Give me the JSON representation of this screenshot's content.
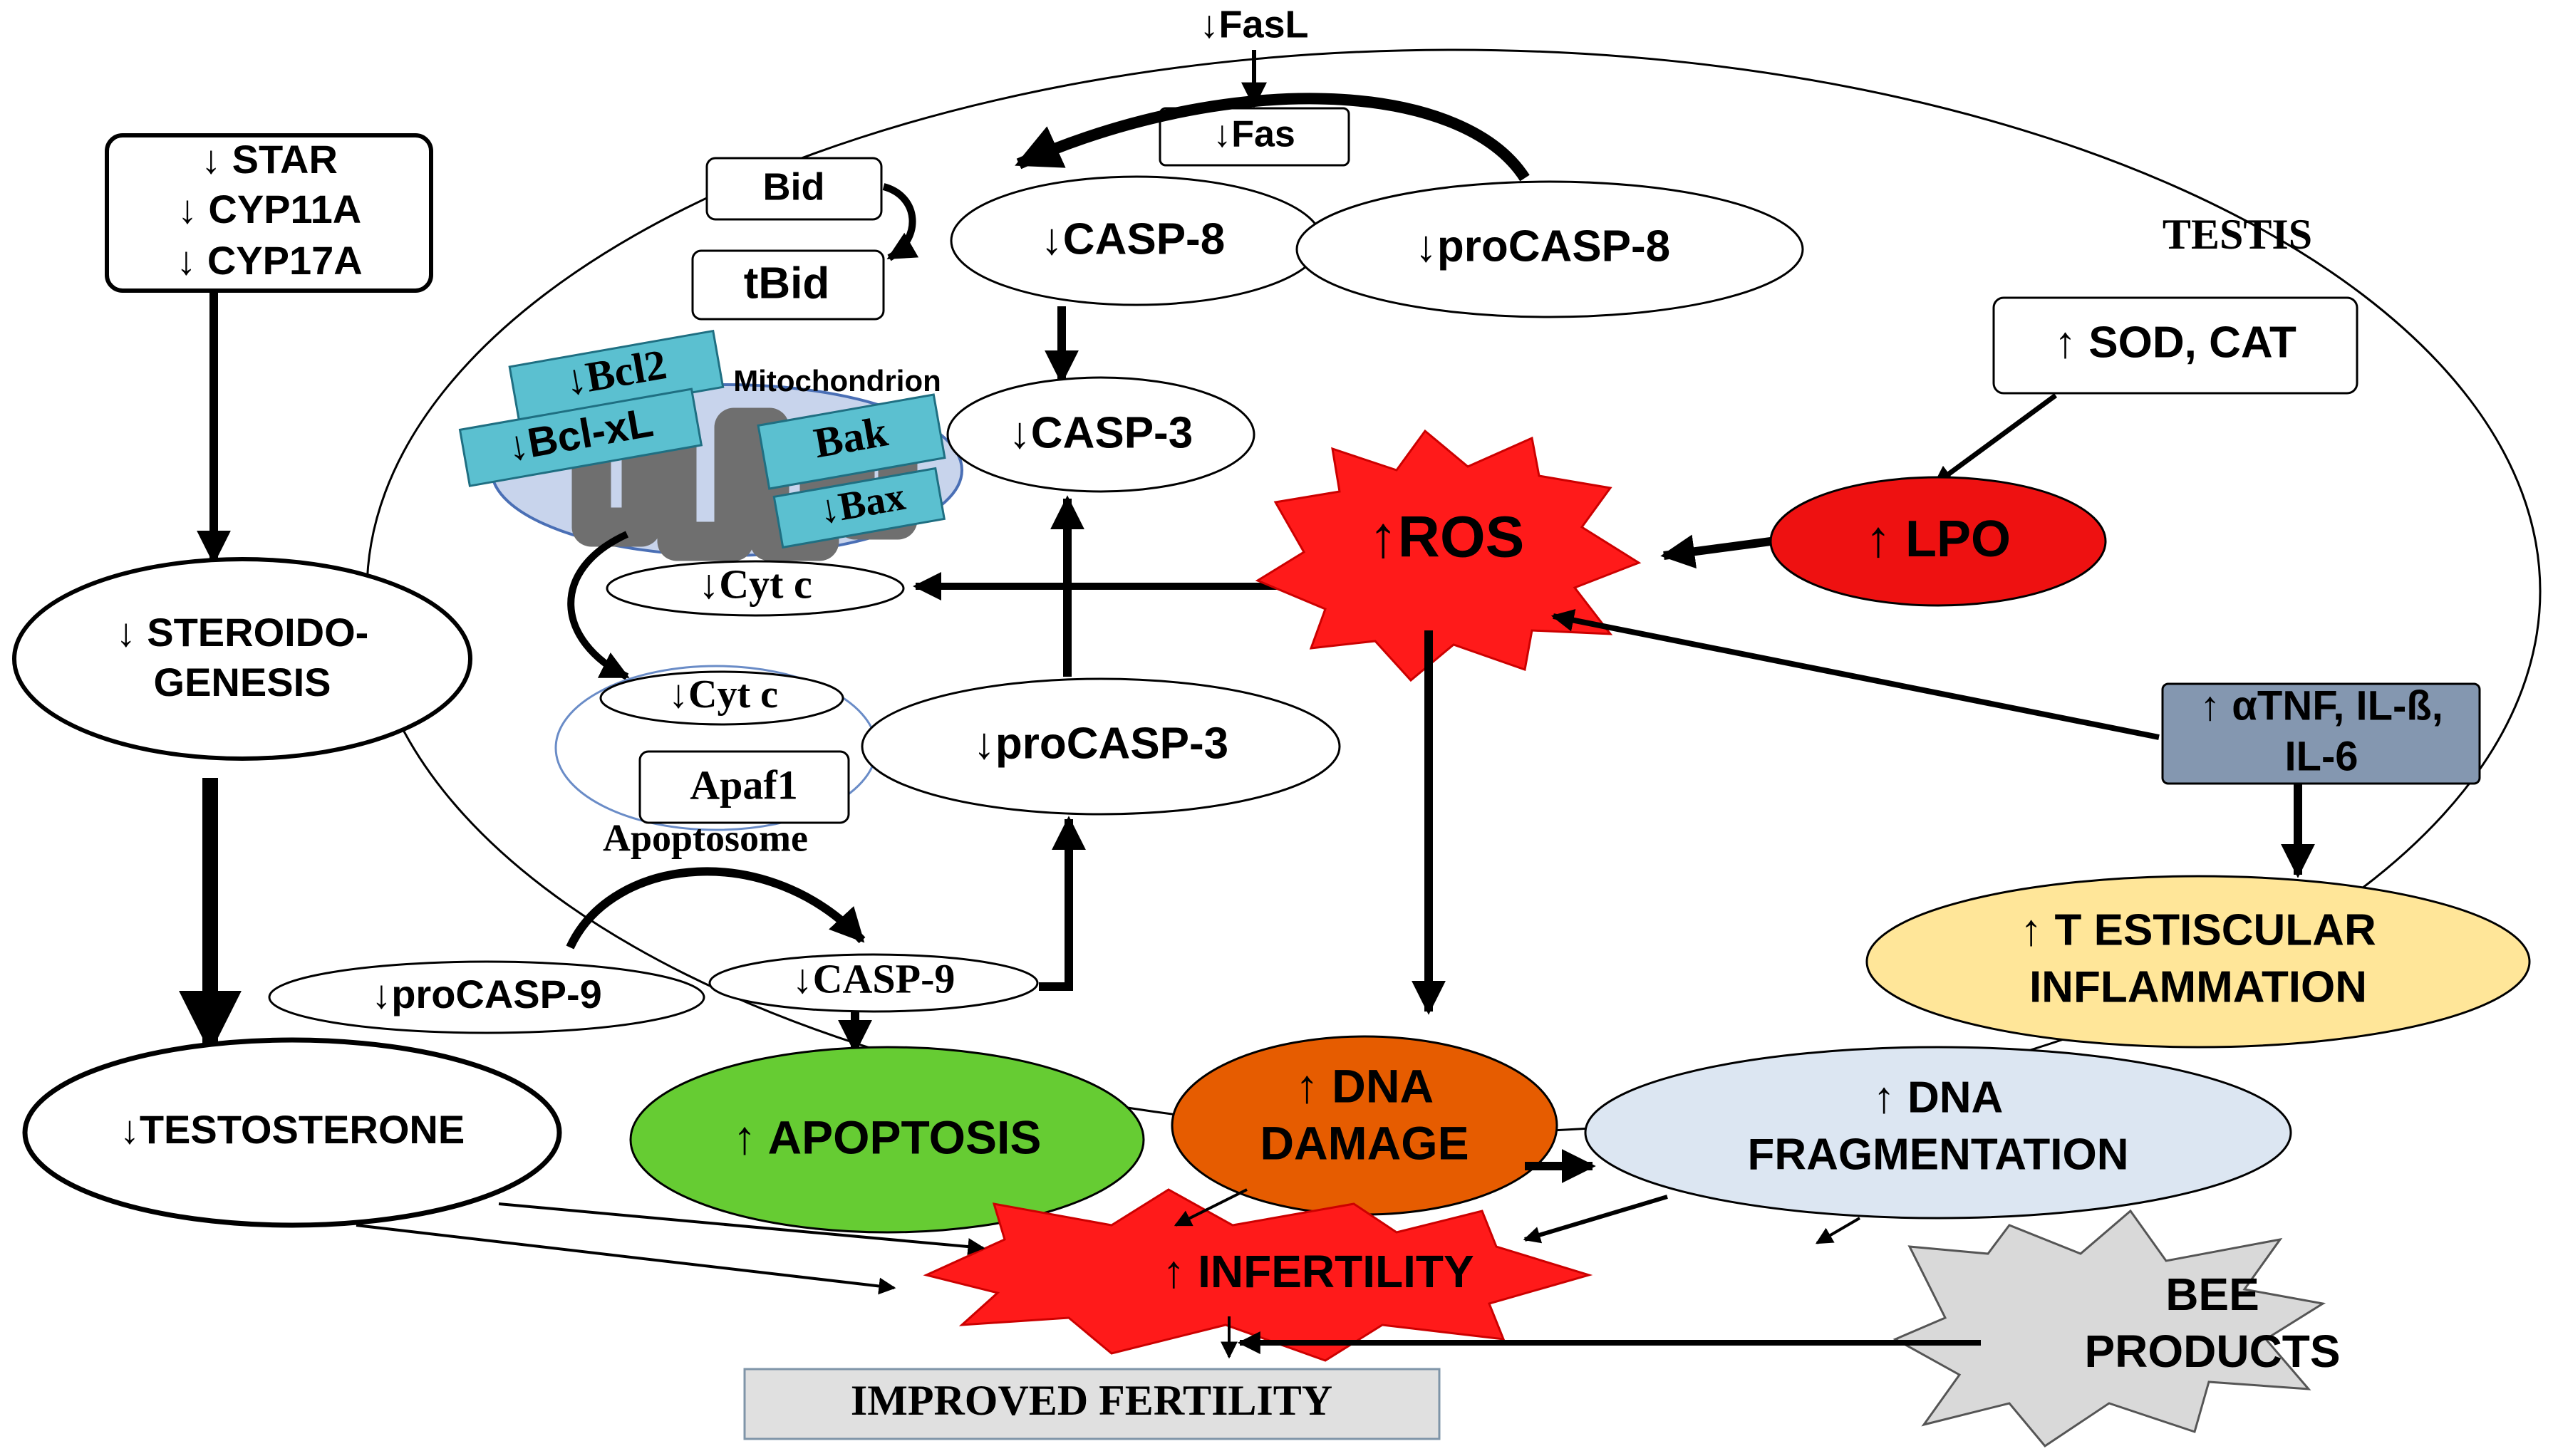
{
  "fasl": "↓FasL",
  "fas": "↓Fas",
  "bid": "Bid",
  "tbid": "tBid",
  "casp8": "↓CASP-8",
  "procasp8": "↓proCASP-8",
  "testis": "TESTIS",
  "star_box": {
    "line1": "↓ STAR",
    "line2": "↓ CYP11A",
    "line3": "↓ CYP17A"
  },
  "sod_cat": "↑ SOD, CAT",
  "bcl2": "↓Bcl2",
  "bclxl": "↓Bcl-xL",
  "mitochondrion": "Mitochondrion",
  "bak": "Bak",
  "bax": "↓Bax",
  "casp3": "↓CASP-3",
  "ros": "↑ROS",
  "lpo": "↑ LPO",
  "steroidogenesis": {
    "line1": "↓ STEROIDO-",
    "line2": "GENESIS"
  },
  "cytc_top": "↓Cyt c",
  "cytc_apoptosome": "↓Cyt c",
  "apaf1": "Apaf1",
  "apoptosome": "Apoptosome",
  "procasp3": "↓proCASP-3",
  "cytokines": {
    "line1": "↑ αTNF, IL-ß,",
    "line2": "IL-6"
  },
  "procasp9": "↓proCASP-9",
  "casp9": "↓CASP-9",
  "inflammation": {
    "line1": "↑ T ESTISCULAR",
    "line2": "INFLAMMATION"
  },
  "testosterone": "↓TESTOSTERONE",
  "apoptosis": "↑ APOPTOSIS",
  "dna_damage": {
    "line1": "↑ DNA",
    "line2": "DAMAGE"
  },
  "dna_frag": {
    "line1": "↑ DNA",
    "line2": "FRAGMENTATION"
  },
  "infertility": "↑ INFERTILITY",
  "bee_products": {
    "line1": "BEE",
    "line2": "PRODUCTS"
  },
  "improved_fertility": "IMPROVED FERTILITY",
  "colors": {
    "ros": "#ff1a1a",
    "lpo": "#ee1111",
    "apoptosis": "#66cc33",
    "dna_damage": "#e65c00",
    "dna_frag": "#dce6f2",
    "inflammation": "#ffe699",
    "cytokines": "#8497b0",
    "bcl_boxes": "#5bc0d0",
    "mito_body": "#c8d4ec",
    "mito_cristae": "#6f6f6f",
    "bee": "#d9d9d9",
    "improved_box": "#e0e0e0"
  }
}
